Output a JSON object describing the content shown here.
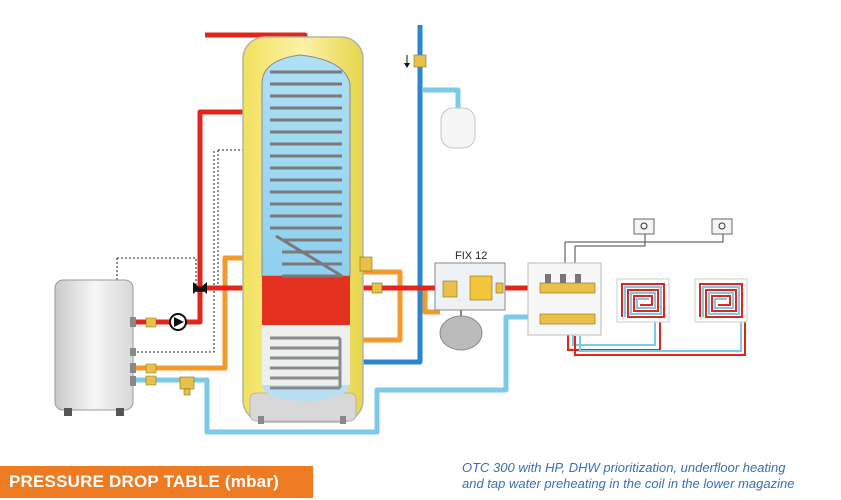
{
  "diagram": {
    "module_label": "FIX 12",
    "banner_title": "PRESSURE DROP TABLE (mbar)",
    "caption_line1": "OTC 300 with HP, DHW prioritization, underfloor heating",
    "caption_line2": "and tap water preheating in the coil in the lower magazine"
  },
  "colors": {
    "hot_pipe": "#e1251b",
    "cold_pipe": "#7ec8e8",
    "return_pipe": "#f29a2e",
    "supply_blue": "#2b86cf",
    "banner": "#ee7a22",
    "caption_text": "#3a6fb4"
  },
  "icons": [
    "pump-icon",
    "three-way-valve-icon",
    "thermostat-icon",
    "expansion-vessel-icon"
  ]
}
